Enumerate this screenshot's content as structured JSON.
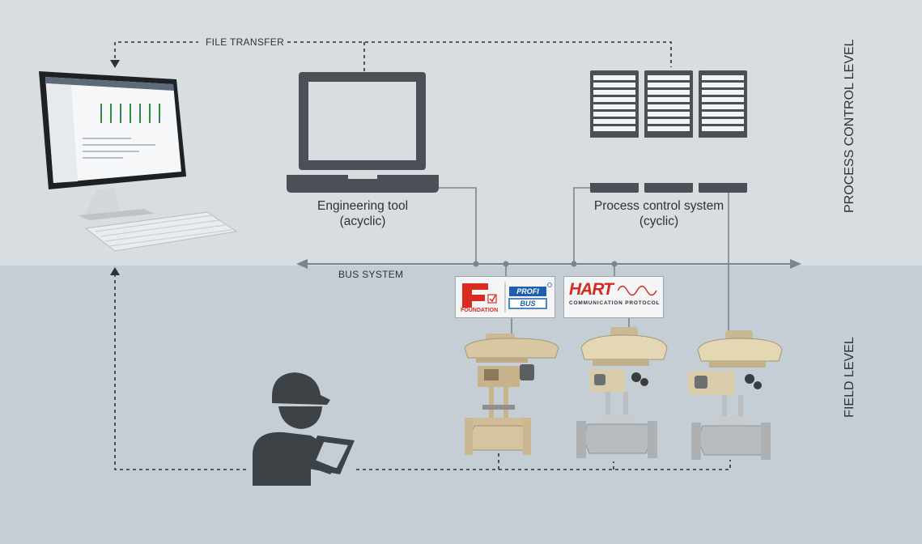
{
  "labels": {
    "file_transfer": "FILE TRANSFER",
    "bus_system": "BUS SYSTEM",
    "engineering_tool_line1": "Engineering tool",
    "engineering_tool_line2": "(acyclic)",
    "process_control_line1": "Process control system",
    "process_control_line2": "(cyclic)",
    "process_control_level": "PROCESS CONTROL LEVEL",
    "field_level": "FIELD LEVEL"
  },
  "logos": {
    "foundation": "FOUNDATION",
    "profi_top": "PROFI",
    "profi_bottom": "BUS",
    "hart": "HART",
    "hart_sub": "COMMUNICATION PROTOCOL"
  },
  "colors": {
    "upper_band": "#d7dde1",
    "lower_band": "#c5ced4",
    "line": "#2e3237",
    "device_dark": "#4a5056",
    "foundation_red": "#d92b1f",
    "profibus_blue": "#1d5fa8",
    "hart_red": "#d42a20",
    "valve_beige": "#d8c7a3",
    "valve_steel": "#b9bcbf"
  },
  "icons": [
    "desktop-monitor-icon",
    "keyboard-icon",
    "laptop-icon",
    "server-rack-icon",
    "technician-icon",
    "control-valve-icon"
  ]
}
